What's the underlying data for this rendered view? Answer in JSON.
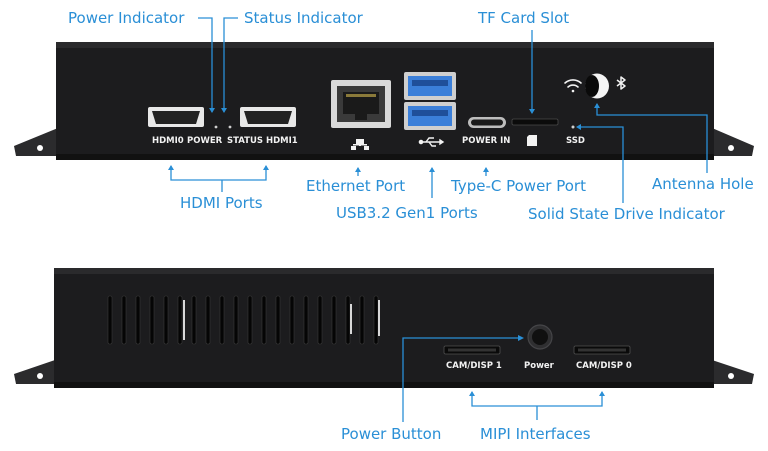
{
  "callouts": {
    "power_indicator": "Power Indicator",
    "status_indicator": "Status Indicator",
    "tf_card_slot": "TF Card Slot",
    "hdmi_ports": "HDMI Ports",
    "ethernet_port": "Ethernet Port",
    "usb_ports": "USB3.2 Gen1 Ports",
    "type_c_power_port": "Type-C Power Port",
    "antenna_hole": "Antenna Hole",
    "ssd_indicator": "Solid State Drive Indicator",
    "power_button": "Power Button",
    "mipi_interfaces": "MIPI Interfaces"
  },
  "labels": {
    "hdmi0": "HDMI0",
    "power": "POWER",
    "status": "STATUS",
    "hdmi1": "HDMI1",
    "power_in": "POWER IN",
    "ssd": "SSD",
    "cam_disp_1": "CAM/DISP 1",
    "power_btn": "Power",
    "cam_disp_0": "CAM/DISP 0"
  },
  "icons": [
    "ethernet-icon",
    "usb-icon",
    "sd-card-icon",
    "wifi-icon",
    "bluetooth-icon"
  ],
  "colors": {
    "callout": "#2a8fd6",
    "case": "#1c1c1e",
    "usb_blue": "#3b7fd9"
  }
}
